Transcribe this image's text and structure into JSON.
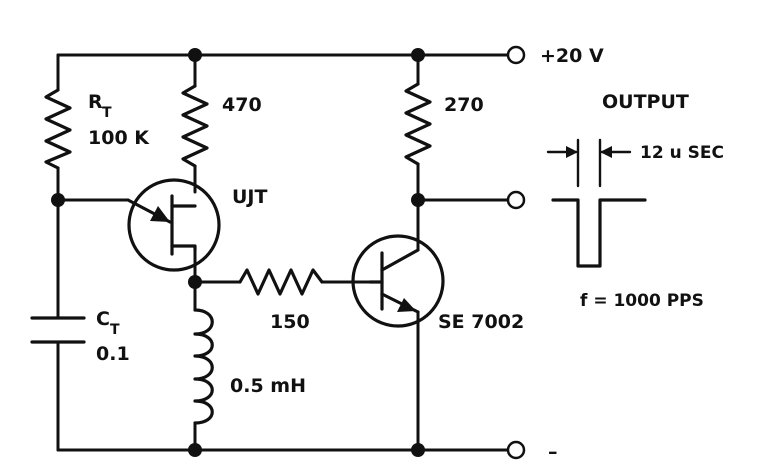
{
  "components": {
    "rt": {
      "name": "R",
      "sub": "T",
      "value": "100 K"
    },
    "r470": {
      "value": "470"
    },
    "r270": {
      "value": "270"
    },
    "r150": {
      "value": "150"
    },
    "ujt": {
      "label": "UJT"
    },
    "transistor": {
      "label": "SE 7002"
    },
    "ct": {
      "name": "C",
      "sub": "T",
      "value": "0.1"
    },
    "inductor": {
      "value": "0.5 mH"
    }
  },
  "terminals": {
    "positive": "+20 V",
    "negative": "–"
  },
  "output": {
    "title": "OUTPUT",
    "pulse_width": "12 u SEC",
    "frequency": "f = 1000  PPS"
  }
}
